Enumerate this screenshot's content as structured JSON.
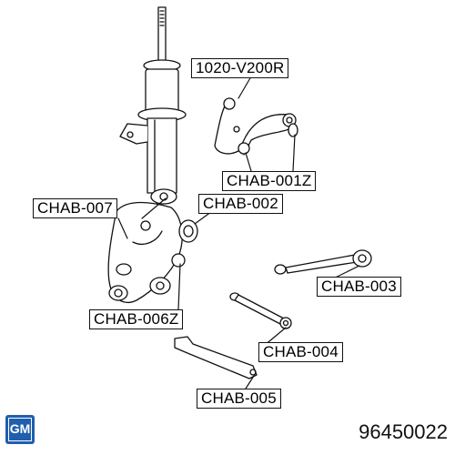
{
  "callouts": {
    "c1020": "1020-V200R",
    "c001z": "CHAB-001Z",
    "c007": "CHAB-007",
    "c002": "CHAB-002",
    "c003": "CHAB-003",
    "c006z": "CHAB-006Z",
    "c004": "CHAB-004",
    "c005": "CHAB-005"
  },
  "footer": {
    "logo_text": "GM",
    "part_number": "96450022"
  },
  "colors": {
    "logo_blue": "#1f5fae",
    "line": "#111111"
  }
}
